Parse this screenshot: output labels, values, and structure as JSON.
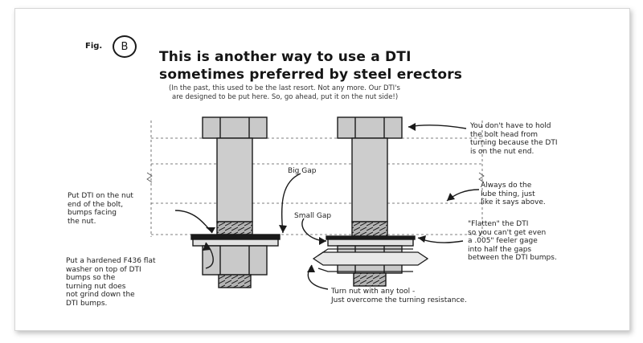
{
  "figure": {
    "fig_label": "Fig.",
    "fig_letter": "B",
    "title_lines": [
      "This is another way to use a DTI",
      "sometimes preferred by steel erectors"
    ],
    "subtitle_lines": [
      "(In the past, this used to be the last resort.  Not any more. Our DTI's",
      "are designed to be put here.  So, go ahead, put it on the nut side!)"
    ]
  },
  "callouts": {
    "put_dti": [
      "Put DTI on the nut",
      "end of the bolt,",
      "bumps facing",
      "the nut."
    ],
    "washer": [
      "Put a hardened F436 flat",
      "washer on top of DTI",
      "bumps so the",
      "turning nut does",
      "not grind down the",
      "DTI bumps."
    ],
    "big_gap": "Big Gap",
    "small_gap": "Small Gap",
    "turn_nut": [
      "Turn nut with any tool -",
      "Just overcome the turning resistance."
    ],
    "no_hold": [
      "You don't have to hold",
      "the bolt head from",
      "turning because the DTI",
      "is on the nut end."
    ],
    "lube": [
      "Always do the",
      "lube thing, just",
      "like it says above."
    ],
    "flatten": [
      "\"Flatten\" the DTI",
      "so you can't get even",
      "a .005\" feeler gage",
      "into half the gaps",
      "between the DTI bumps."
    ]
  },
  "colors": {
    "ink": "#1a1a1a",
    "bolt_fill": "#c9c9c9",
    "thread_fill": "#b3b3b3",
    "washer_fill": "#e2e2e2",
    "background": "#ffffff"
  }
}
